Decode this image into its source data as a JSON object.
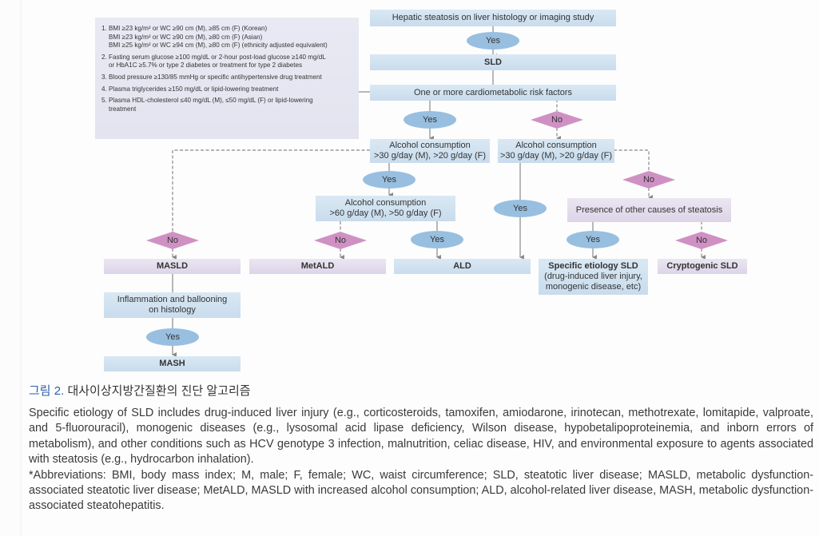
{
  "criteria_panel": {
    "items": [
      {
        "num": "1.",
        "lines": [
          "BMI ≥23 kg/m² or WC ≥90 cm (M), ≥85 cm (F) (Korean)",
          "BMI ≥23 kg/m² or WC ≥90 cm (M), ≥80 cm (F) (Asian)",
          "BMI ≥25 kg/m² or WC ≥94 cm (M), ≥80 cm (F) (ethnicity adjusted equivalent)"
        ]
      },
      {
        "num": "2.",
        "lines": [
          "Fasting serum glucose ≥100 mg/dL or 2-hour post-load glucose ≥140 mg/dL",
          "or HbA1C ≥5.7% or type 2 diabetes or treatment for type 2 diabetes"
        ]
      },
      {
        "num": "3.",
        "lines": [
          "Blood pressure ≥130/85 mmHg or specific antihypertensive drug treatment"
        ]
      },
      {
        "num": "4.",
        "lines": [
          "Plasma triglycerides ≥150 mg/dL or lipid-lowering treatment"
        ]
      },
      {
        "num": "5.",
        "lines": [
          "Plasma HDL-cholesterol ≤40 mg/dL (M), ≤50 mg/dL (F) or lipid-lowering",
          "treatment"
        ]
      }
    ]
  },
  "flowchart": {
    "hepatic_steatosis": "Hepatic steatosis on liver histology or imaging study",
    "sld": "SLD",
    "risk_factors": "One or more cardiometabolic risk factors",
    "alcohol_left_line1": "Alcohol consumption",
    "alcohol_left_line2": ">30 g/day (M), >20 g/day (F)",
    "alcohol_right_line1": "Alcohol consumption",
    "alcohol_right_line2": ">30 g/day (M), >20 g/day (F)",
    "alcohol_high_line1": "Alcohol consumption",
    "alcohol_high_line2": ">60 g/day (M), >50 g/day (F)",
    "other_causes": "Presence of other causes of steatosis",
    "masld": "MASLD",
    "metald": "MetALD",
    "ald": "ALD",
    "specific_line1": "Specific etiology SLD",
    "specific_line2": "(drug-induced liver injury,",
    "specific_line3": "monogenic disease, etc)",
    "cryptogenic": "Cryptogenic SLD",
    "inflammation_line1": "Inflammation and ballooning",
    "inflammation_line2": "on histology",
    "mash": "MASH",
    "yes": "Yes",
    "no": "No"
  },
  "caption": {
    "figure_label": "그림 2.",
    "figure_title": "대사이상지방간질환의 진단 알고리즘",
    "paragraph1": "Specific etiology of SLD includes drug-induced liver injury (e.g., corticosteroids, tamoxifen, amiodarone, irinotecan, methotrexate, lomitapide, valproate, and 5-fluorouracil), monogenic diseases (e.g., lysosomal acid lipase deficiency, Wilson disease, hypobetalipoproteinemia, and inborn errors of metabolism), and other conditions such as HCV genotype 3 infection, malnutrition, celiac disease, HIV, and environmental exposure to agents associated with steatosis (e.g., hydrocarbon inhalation).",
    "paragraph2": "*Abbreviations: BMI, body mass index; M, male; F, female; WC, waist circumference; SLD, steatotic liver disease; MASLD, metabolic dysfunction-associated steatotic liver disease; MetALD, MASLD with increased alcohol consumption; ALD, alcohol-related liver disease, MASH, metabolic dysfunction-associated steatohepatitis."
  },
  "colors": {
    "yes_oval": "#98bfe0",
    "no_diamond": "#cf91c3",
    "blue_box": "#d3e3f0",
    "purple_box": "#e4ddec",
    "figure_label": "#2a5fa8"
  }
}
